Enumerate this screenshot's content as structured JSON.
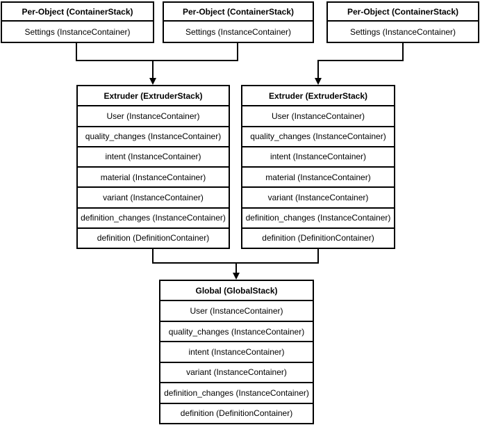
{
  "per_object_stacks": [
    {
      "title": "Per-Object (ContainerStack)",
      "rows": [
        "Settings (InstanceContainer)"
      ]
    },
    {
      "title": "Per-Object (ContainerStack)",
      "rows": [
        "Settings (InstanceContainer)"
      ]
    },
    {
      "title": "Per-Object (ContainerStack)",
      "rows": [
        "Settings (InstanceContainer)"
      ]
    }
  ],
  "extruder_stacks": [
    {
      "title": "Extruder (ExtruderStack)",
      "rows": [
        "User (InstanceContainer)",
        "quality_changes (InstanceContainer)",
        "intent (InstanceContainer)",
        "material (InstanceContainer)",
        "variant (InstanceContainer)",
        "definition_changes (InstanceContainer)",
        "definition (DefinitionContainer)"
      ]
    },
    {
      "title": "Extruder (ExtruderStack)",
      "rows": [
        "User (InstanceContainer)",
        "quality_changes (InstanceContainer)",
        "intent (InstanceContainer)",
        "material (InstanceContainer)",
        "variant (InstanceContainer)",
        "definition_changes (InstanceContainer)",
        "definition (DefinitionContainer)"
      ]
    }
  ],
  "global_stack": {
    "title": "Global (GlobalStack)",
    "rows": [
      "User (InstanceContainer)",
      "quality_changes (InstanceContainer)",
      "intent (InstanceContainer)",
      "variant (InstanceContainer)",
      "definition_changes (InstanceContainer)",
      "definition (DefinitionContainer)"
    ]
  },
  "colors": {
    "border": "#000000",
    "fill": "#ffffff",
    "text": "#000000",
    "connector": "#000000"
  }
}
